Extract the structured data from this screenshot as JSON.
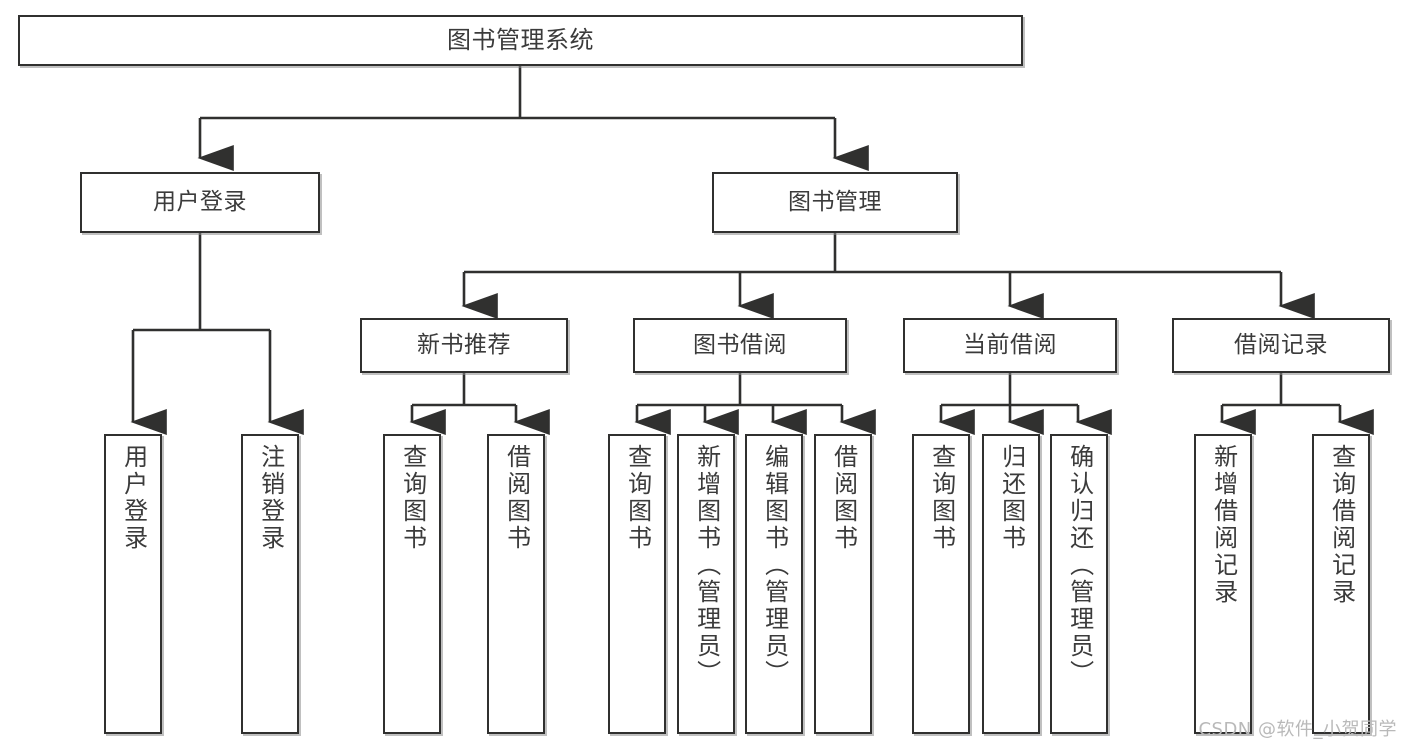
{
  "diagram": {
    "title": "图书管理系统",
    "type": "tree",
    "watermark": "CSDN @软件_小贺同学",
    "colors": {
      "border": "#30302f",
      "text": "#3b3b3b",
      "background": "#ffffff",
      "edge": "#30302f",
      "watermark": "#b9b9b9"
    },
    "root": {
      "label": "图书管理系统"
    },
    "level2": [
      {
        "label": "用户登录"
      },
      {
        "label": "图书管理"
      }
    ],
    "level3": [
      {
        "label": "新书推荐"
      },
      {
        "label": "图书借阅"
      },
      {
        "label": "当前借阅"
      },
      {
        "label": "借阅记录"
      }
    ],
    "leaves": {
      "user_login": [
        {
          "label": "用户登录"
        },
        {
          "label": "注销登录"
        }
      ],
      "new_book": [
        {
          "label": "查询图书"
        },
        {
          "label": "借阅图书"
        }
      ],
      "book_borrow": [
        {
          "label": "查询图书"
        },
        {
          "label": "新增图书（管理员）"
        },
        {
          "label": "编辑图书（管理员）"
        },
        {
          "label": "借阅图书"
        }
      ],
      "current_borrow": [
        {
          "label": "查询图书"
        },
        {
          "label": "归还图书"
        },
        {
          "label": "确认归还（管理员）"
        }
      ],
      "borrow_record": [
        {
          "label": "新增借阅记录"
        },
        {
          "label": "查询借阅记录"
        }
      ]
    }
  }
}
